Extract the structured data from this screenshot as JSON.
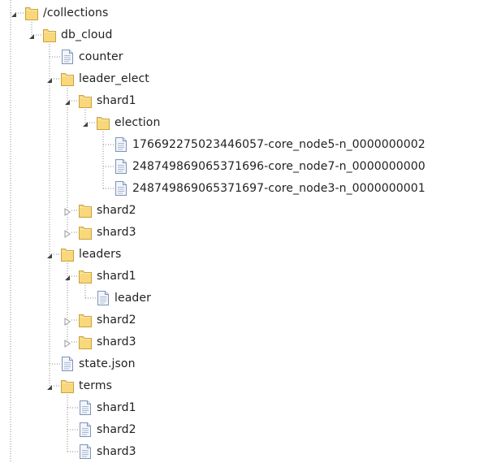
{
  "colors": {
    "folder_fill": "#f9d77b",
    "folder_stroke": "#c9a23f",
    "file_fill": "#f2f5fb",
    "file_stroke": "#7f93b4",
    "tree_line": "#888888",
    "toggle": "#444444"
  },
  "tree": {
    "id": "collections",
    "label": "/collections",
    "type": "folder",
    "open": true,
    "children": [
      {
        "id": "db-cloud",
        "label": "db_cloud",
        "type": "folder",
        "open": true,
        "children": [
          {
            "id": "counter",
            "label": "counter",
            "type": "file"
          },
          {
            "id": "leader-elect",
            "label": "leader_elect",
            "type": "folder",
            "open": true,
            "children": [
              {
                "id": "leader-elect-shard1",
                "label": "shard1",
                "type": "folder",
                "open": true,
                "children": [
                  {
                    "id": "election",
                    "label": "election",
                    "type": "folder",
                    "open": true,
                    "children": [
                      {
                        "id": "election-node-1",
                        "label": "176692275023446057-core_node5-n_0000000002",
                        "type": "file"
                      },
                      {
                        "id": "election-node-2",
                        "label": "248749869065371696-core_node7-n_0000000000",
                        "type": "file"
                      },
                      {
                        "id": "election-node-3",
                        "label": "248749869065371697-core_node3-n_0000000001",
                        "type": "file"
                      }
                    ]
                  }
                ]
              },
              {
                "id": "leader-elect-shard2",
                "label": "shard2",
                "type": "folder",
                "open": false,
                "children": []
              },
              {
                "id": "leader-elect-shard3",
                "label": "shard3",
                "type": "folder",
                "open": false,
                "children": []
              }
            ]
          },
          {
            "id": "leaders",
            "label": "leaders",
            "type": "folder",
            "open": true,
            "children": [
              {
                "id": "leaders-shard1",
                "label": "shard1",
                "type": "folder",
                "open": true,
                "children": [
                  {
                    "id": "leader",
                    "label": "leader",
                    "type": "file"
                  }
                ]
              },
              {
                "id": "leaders-shard2",
                "label": "shard2",
                "type": "folder",
                "open": false,
                "children": []
              },
              {
                "id": "leaders-shard3",
                "label": "shard3",
                "type": "folder",
                "open": false,
                "children": []
              }
            ]
          },
          {
            "id": "state-json",
            "label": "state.json",
            "type": "file"
          },
          {
            "id": "terms",
            "label": "terms",
            "type": "folder",
            "open": true,
            "children": [
              {
                "id": "terms-shard1",
                "label": "shard1",
                "type": "file"
              },
              {
                "id": "terms-shard2",
                "label": "shard2",
                "type": "file"
              },
              {
                "id": "terms-shard3",
                "label": "shard3",
                "type": "file"
              }
            ]
          }
        ]
      }
    ]
  }
}
